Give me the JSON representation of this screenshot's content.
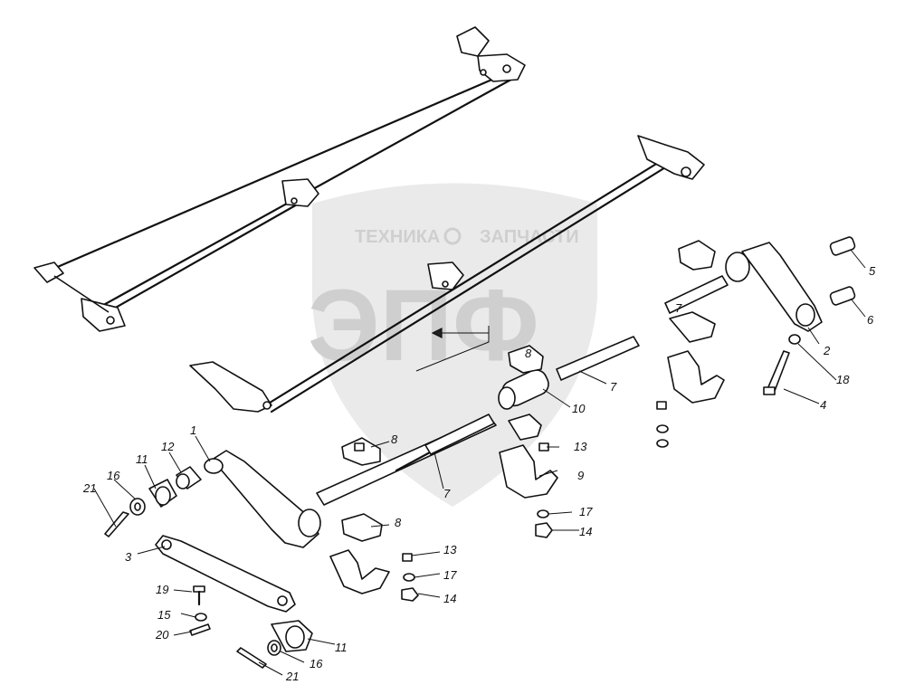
{
  "watermark": {
    "top_left": "ТЕХНИКА",
    "top_right": "ЗАПЧАСТИ",
    "big": "ЭПФ"
  },
  "labels": [
    "1",
    "2",
    "3",
    "4",
    "5",
    "6",
    "7",
    "7",
    "7",
    "8",
    "8",
    "8",
    "9",
    "10",
    "11",
    "11",
    "12",
    "13",
    "13",
    "14",
    "14",
    "15",
    "16",
    "16",
    "17",
    "17",
    "18",
    "19",
    "20",
    "21",
    "21"
  ],
  "colors": {
    "line": "#111111",
    "watermark": "#d0d0d0"
  }
}
